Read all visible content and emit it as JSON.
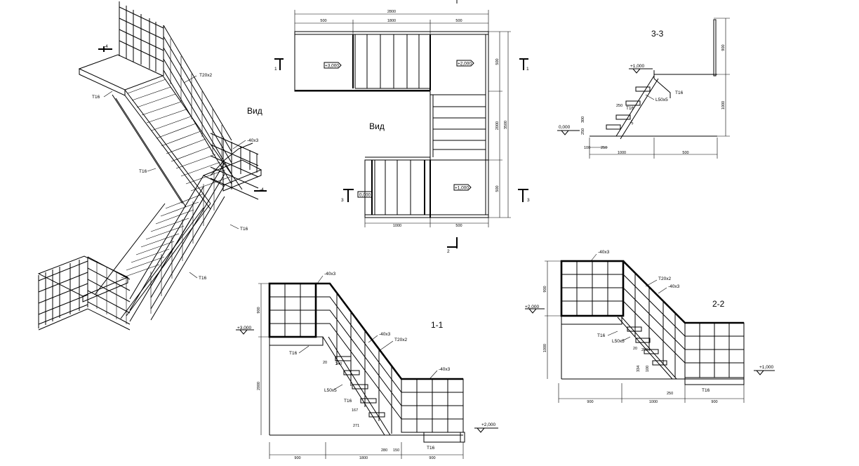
{
  "plan": {
    "title": "Вид",
    "dims": {
      "total_width": "2800",
      "top_left": "500",
      "top_mid": "1800",
      "top_right": "500",
      "right_top": "500",
      "right_mid": "2000",
      "right_bottom": "500",
      "right_total": "3500",
      "bottom_left": "1000",
      "bottom_right": "500"
    },
    "levels": {
      "top_left": "+3,000",
      "top_right": "+2,000",
      "bottom_right": "+1,000",
      "bottom_left": "0,000"
    },
    "section_marks": {
      "s1_left": "1",
      "s1_right": "1",
      "s2": "2",
      "s3_left": "3",
      "s3_right": "3"
    }
  },
  "iso": {
    "title": "Вид",
    "labels": {
      "pipe_top": "Т20х2",
      "pipe_left": "Т16",
      "strip": "-40х3",
      "pipe_mid": "Т16",
      "pipe_right": "Т16",
      "pipe_bottom": "Т16",
      "mark1": "-4",
      "mark2": "-4"
    }
  },
  "section_1_1": {
    "title": "1-1",
    "levels": {
      "top": "+3,000",
      "bottom": "+2,000"
    },
    "labels": {
      "strip_top": "-40х3",
      "strip_mid": "-40х3",
      "pipe": "Т20х2",
      "strip_right": "-40х3",
      "pipe_upper": "Т16",
      "angle": "L50х5",
      "pipe_lower": "Т16",
      "pipe_bottom": "Т16"
    },
    "dims": {
      "left_upper": "900",
      "left_lower": "2000",
      "bottom_left": "900",
      "bottom_mid": "1800",
      "bottom_right": "900",
      "step_rise": "167",
      "step_run": "280",
      "step_a": "20",
      "step_b": "240",
      "step_c": "271",
      "step_d": "150"
    }
  },
  "section_2_2": {
    "title": "2-2",
    "levels": {
      "top": "+2,000",
      "bottom": "+1,000"
    },
    "labels": {
      "strip_top": "-40х3",
      "pipe": "Т20х2",
      "strip_mid": "-40х3",
      "pipe_left": "Т16",
      "angle": "L50х5",
      "pipe_bottom": "Т16"
    },
    "dims": {
      "left_upper": "900",
      "left_lower": "1000",
      "bottom_left": "900",
      "bottom_mid": "1000",
      "bottom_right": "900",
      "step_a": "20",
      "step_b": "250",
      "step_c": "334",
      "step_d": "100",
      "step_e": "250"
    }
  },
  "section_3_3": {
    "title": "3-3",
    "levels": {
      "top": "+1,000",
      "bottom": "0,000"
    },
    "labels": {
      "pipe": "Т16",
      "angle": "L50х5",
      "pipe_lower": "Т16",
      "slope": "3°"
    },
    "dims": {
      "right_upper": "900",
      "right_lower": "1000",
      "bottom_left": "1000",
      "bottom_right": "500",
      "step_a": "300",
      "step_b": "250",
      "step_c": "100",
      "step_d": "250",
      "step_e": "250"
    }
  }
}
